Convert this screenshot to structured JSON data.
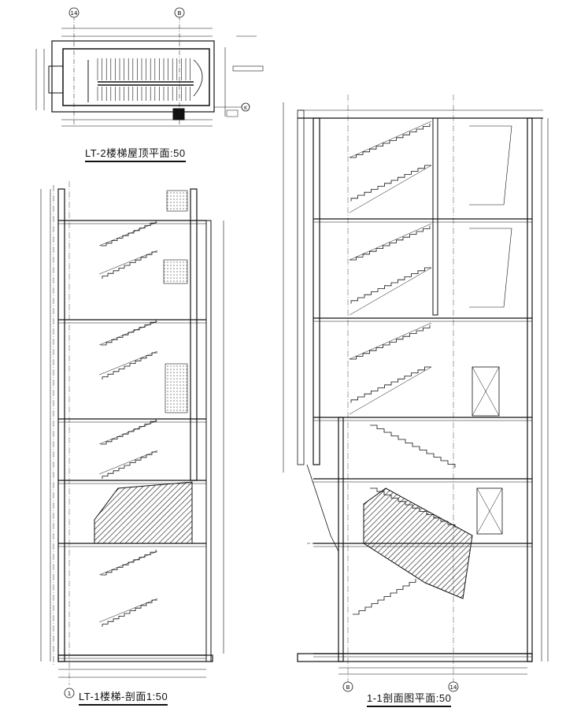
{
  "captions": {
    "roof_plan": "LT-2楼梯屋顶平面:50",
    "section_lt1": "LT-1楼梯-剖面1:50",
    "section_1": "1-1剖面图平面:50"
  },
  "grid_markers": {
    "plan": [
      "14",
      "B"
    ],
    "plan_right": "K",
    "section_lt1_bottom": "1",
    "section_1_bottom": [
      "B",
      "14"
    ]
  },
  "colors": {
    "line": "#111111",
    "hatch": "#222222",
    "paper": "#ffffff"
  }
}
